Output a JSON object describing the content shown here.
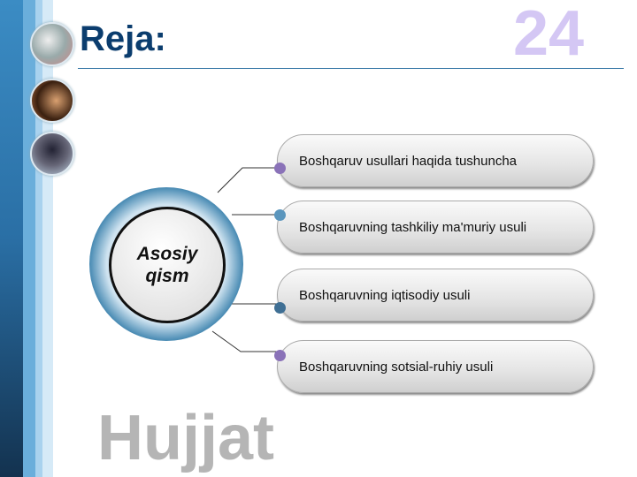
{
  "title": "Reja:",
  "center": {
    "line1": "Asosiy",
    "line2": "qism"
  },
  "items": [
    {
      "label": "Boshqaruv  usullari  haqida tushuncha",
      "dot_color": "#8a72b8"
    },
    {
      "label": "Boshqaruvning  tashkiliy  ma'muriy  usuli",
      "dot_color": "#5b96bd"
    },
    {
      "label": "Boshqaruvning  iqtisodiy  usuli",
      "dot_color": "#3f6f94"
    },
    {
      "label": "Boshqaruvning  sotsial-ruhiy  usuli",
      "dot_color": "#8a72b8"
    }
  ],
  "watermark": {
    "part1": "Hujjat",
    "part2": "24"
  }
}
